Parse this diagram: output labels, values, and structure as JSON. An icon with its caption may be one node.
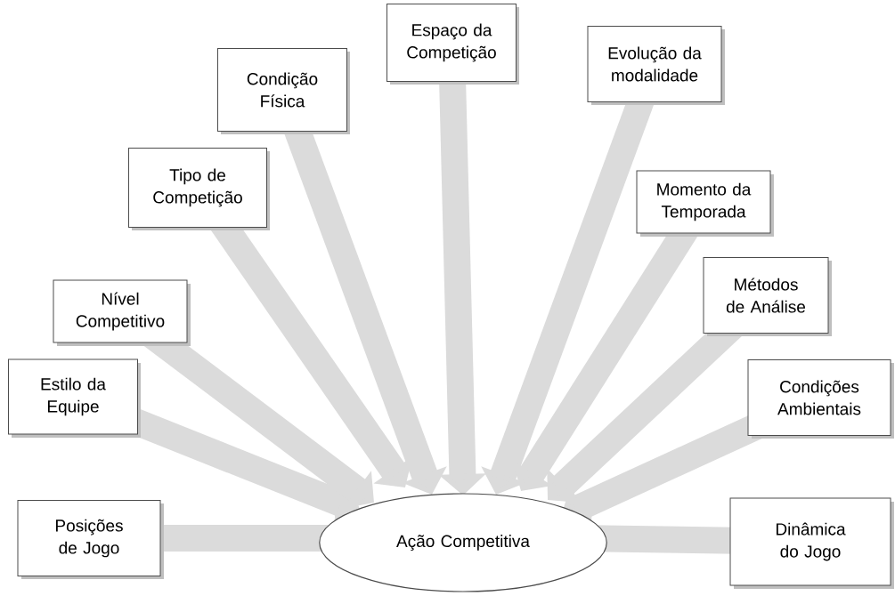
{
  "diagram": {
    "nodes": [
      {
        "text": [
          "Ação Competitiva"
        ]
      },
      {
        "text": [
          "Posições de Jogo"
        ]
      },
      {
        "text": [
          "Estilo da Equipe"
        ]
      },
      {
        "text": [
          "Nível Competitivo"
        ]
      },
      {
        "text": [
          "Tipo de Competição"
        ]
      },
      {
        "text": [
          "Condição Física"
        ]
      },
      {
        "text": [
          "Espaço da Competição"
        ]
      },
      {
        "text": [
          "Evolução da modalidade"
        ]
      },
      {
        "text": [
          "Momento da Temporada"
        ]
      },
      {
        "text": [
          "Métodos de Análise"
        ]
      },
      {
        "text": [
          "Condições Ambientais"
        ]
      },
      {
        "text": [
          "Dinâmica do Jogo"
        ]
      }
    ],
    "edges": [
      {
        "from": 1,
        "to": 0,
        "arrow": "to"
      },
      {
        "from": 2,
        "to": 0,
        "arrow": "to"
      },
      {
        "from": 3,
        "to": 0,
        "arrow": "to"
      },
      {
        "from": 4,
        "to": 0,
        "arrow": "to"
      },
      {
        "from": 5,
        "to": 0,
        "arrow": "to"
      },
      {
        "from": 6,
        "to": 0,
        "arrow": "to"
      },
      {
        "from": 7,
        "to": 0,
        "arrow": "to"
      },
      {
        "from": 8,
        "to": 0,
        "arrow": "to"
      },
      {
        "from": 9,
        "to": 0,
        "arrow": "to"
      },
      {
        "from": 10,
        "to": 0,
        "arrow": "to"
      },
      {
        "from": 11,
        "to": 0,
        "arrow": "to"
      }
    ]
  }
}
